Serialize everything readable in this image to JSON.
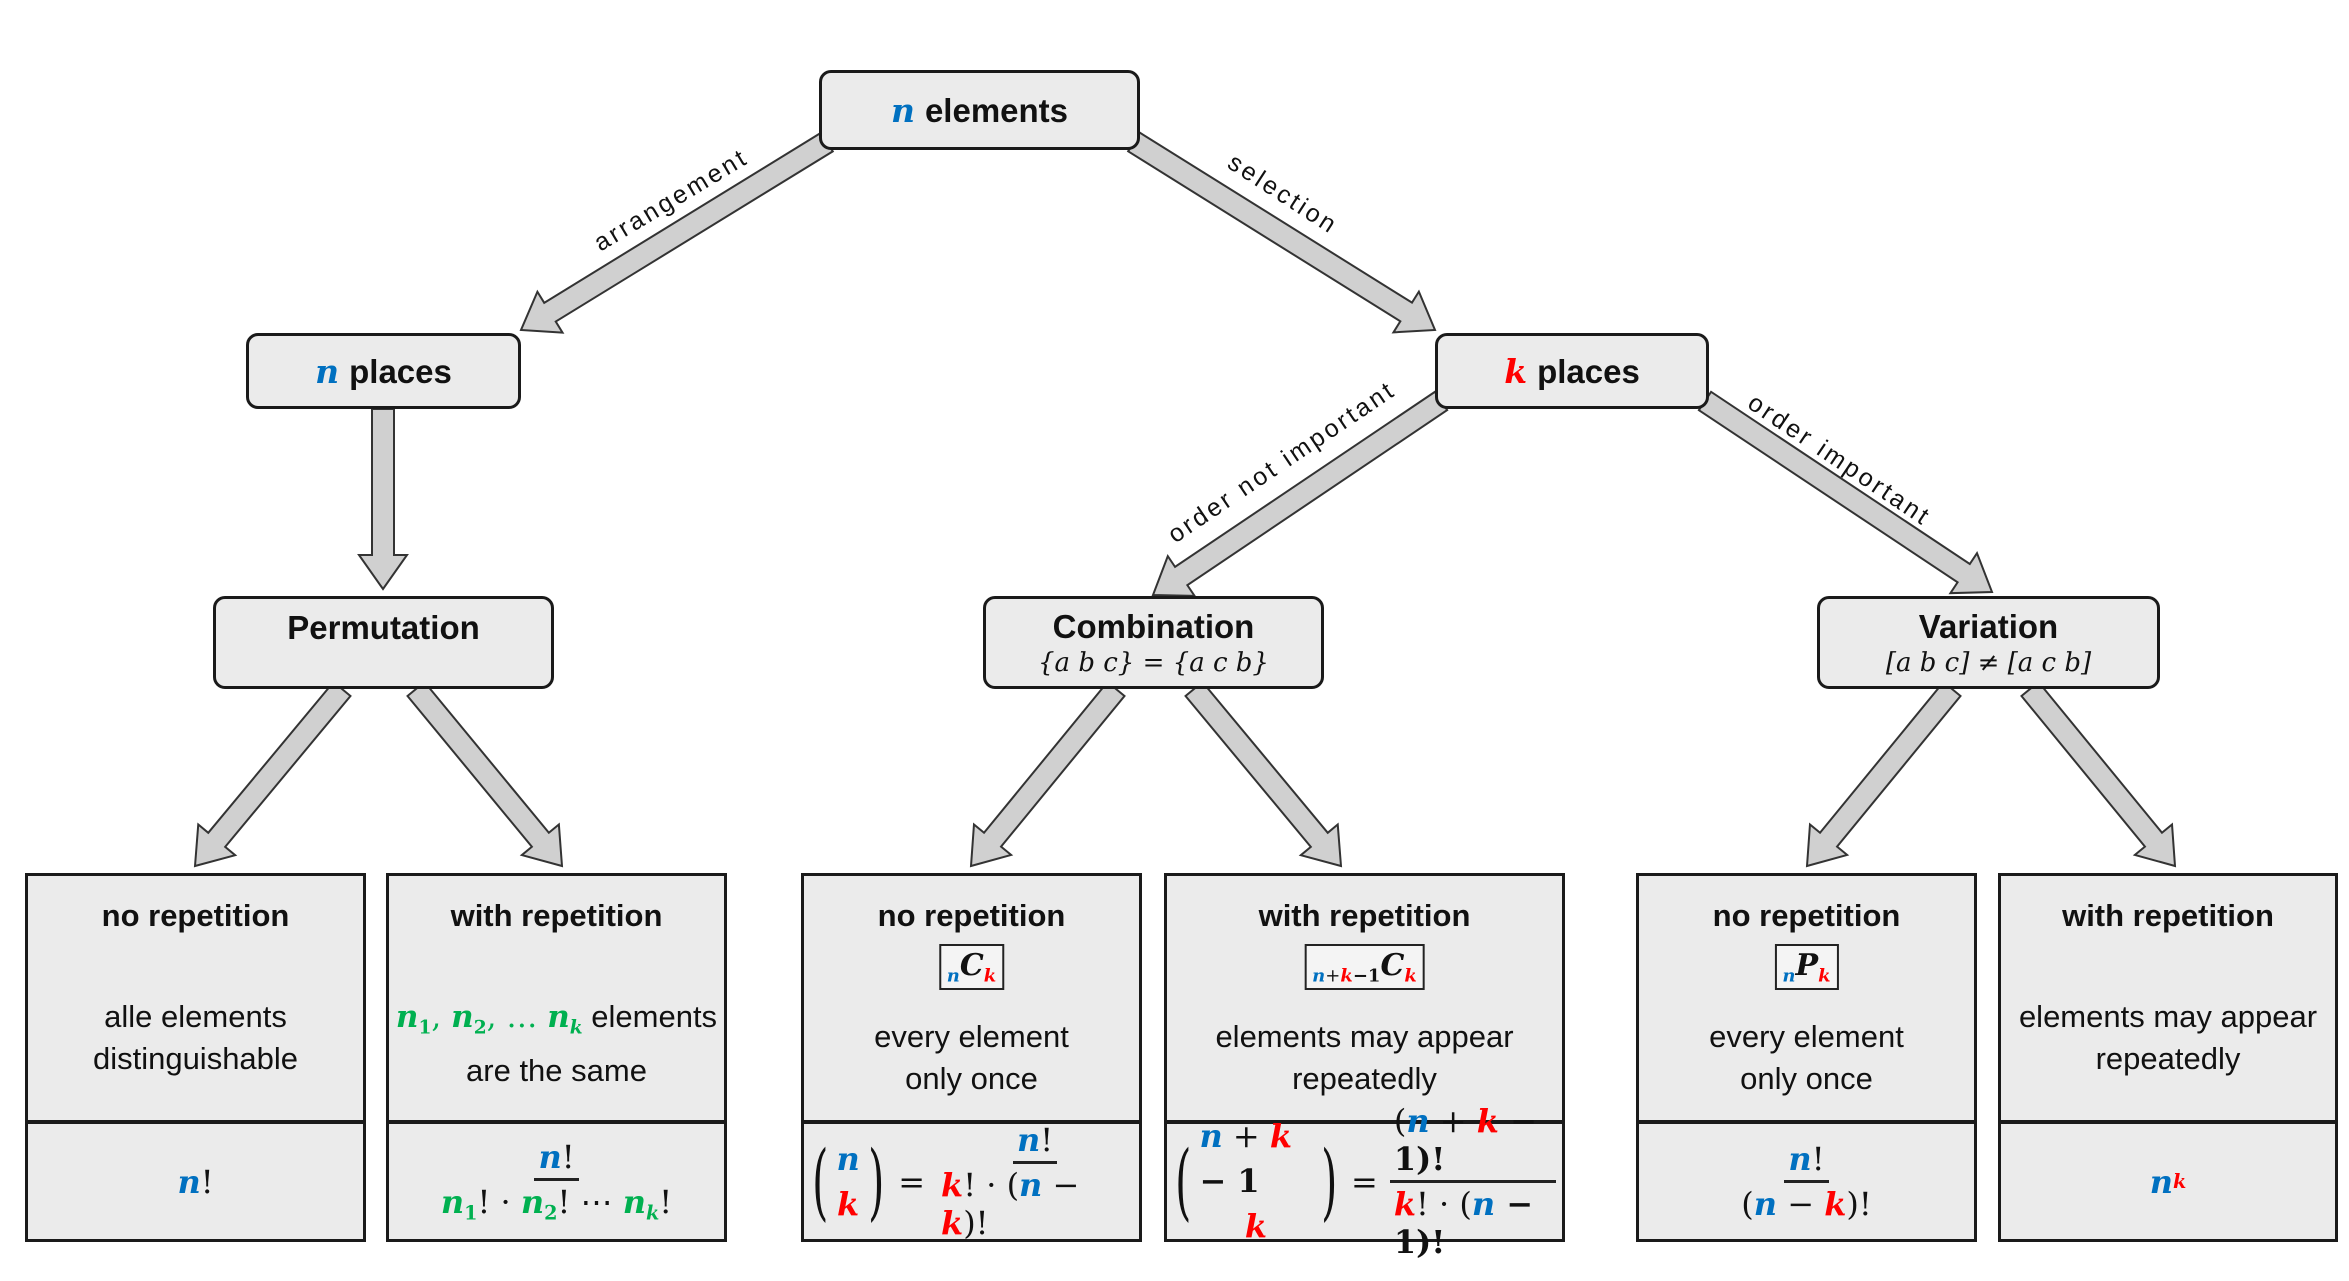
{
  "colors": {
    "b": "#0070C0",
    "r": "#FF0000",
    "g": "#00B050",
    "k": "#111111",
    "node_fill": "#EBEBEB",
    "arrow_fill": "#D0D0D0"
  },
  "root": {
    "var": "n",
    "text": "elements"
  },
  "n_places": {
    "var": "n",
    "text": "places"
  },
  "k_places": {
    "var": "k",
    "text": "places"
  },
  "permutation": {
    "title": "Permutation"
  },
  "combination": {
    "title": "Combination",
    "subtitle": "{a b c} = {a c b}"
  },
  "variation": {
    "title": "Variation",
    "subtitle": "[a b c] ≠ [a c b]"
  },
  "edges": {
    "arrangement": "arrangement",
    "selection": "selection",
    "order_not_important": "order not important",
    "order_important": "order important"
  },
  "cards": [
    {
      "title": "no repetition",
      "notation": [],
      "desc_math": [],
      "desc": [
        "alle elements",
        "distinguishable"
      ],
      "formula": [
        {
          "t": "n",
          "c": "b"
        },
        {
          "t": "!"
        }
      ]
    },
    {
      "title": "with repetition",
      "notation": [],
      "desc_math": [
        {
          "t": "n",
          "c": "g"
        },
        {
          "t": "1",
          "c": "g",
          "s": "sub"
        },
        {
          "t": ", ",
          "c": "g"
        },
        {
          "t": "n",
          "c": "g"
        },
        {
          "t": "2",
          "c": "g",
          "s": "sub"
        },
        {
          "t": ", … ",
          "c": "g"
        },
        {
          "t": "n",
          "c": "g"
        },
        {
          "t": "k",
          "c": "g",
          "s": "sub"
        }
      ],
      "desc": [
        "elements",
        "are the same"
      ],
      "formula": [
        {
          "frac": {
            "num": [
              {
                "t": "n",
                "c": "b"
              },
              {
                "t": "!"
              }
            ],
            "den": [
              {
                "t": "n",
                "c": "g"
              },
              {
                "t": "1",
                "c": "g",
                "s": "sub"
              },
              {
                "t": "! · "
              },
              {
                "t": "n",
                "c": "g"
              },
              {
                "t": "2",
                "c": "g",
                "s": "sub"
              },
              {
                "t": "! ⋯ "
              },
              {
                "t": "n",
                "c": "g"
              },
              {
                "t": "k",
                "c": "g",
                "s": "sub"
              },
              {
                "t": "!"
              }
            ]
          }
        }
      ]
    },
    {
      "title": "no repetition",
      "notation": [
        {
          "t": "n",
          "c": "b",
          "s": "sub"
        },
        {
          "t": "C"
        },
        {
          "t": "k",
          "c": "r",
          "s": "sub"
        }
      ],
      "desc_math": [],
      "desc": [
        "every element",
        "only once"
      ],
      "formula": [
        {
          "binom": {
            "top": [
              {
                "t": "n",
                "c": "b"
              }
            ],
            "bot": [
              {
                "t": "k",
                "c": "r"
              }
            ]
          }
        },
        {
          "t": "="
        },
        {
          "frac": {
            "num": [
              {
                "t": "n",
                "c": "b"
              },
              {
                "t": "!"
              }
            ],
            "den": [
              {
                "t": "k",
                "c": "r"
              },
              {
                "t": "! · ("
              },
              {
                "t": "n",
                "c": "b"
              },
              {
                "t": " − "
              },
              {
                "t": "k",
                "c": "r"
              },
              {
                "t": ")!"
              }
            ]
          }
        }
      ]
    },
    {
      "title": "with repetition",
      "notation": [
        {
          "t": "n",
          "c": "b",
          "s": "sub"
        },
        {
          "t": "+",
          "s": "sub"
        },
        {
          "t": "k",
          "c": "r",
          "s": "sub"
        },
        {
          "t": "−1",
          "s": "sub"
        },
        {
          "t": "C"
        },
        {
          "t": "k",
          "c": "r",
          "s": "sub"
        }
      ],
      "desc_math": [],
      "desc": [
        "elements may appear",
        "repeatedly"
      ],
      "formula": [
        {
          "binom": {
            "top": [
              {
                "t": "n",
                "c": "b"
              },
              {
                "t": " + "
              },
              {
                "t": "k",
                "c": "r"
              },
              {
                "t": " − 1"
              }
            ],
            "bot": [
              {
                "t": "k",
                "c": "r"
              }
            ]
          }
        },
        {
          "t": "="
        },
        {
          "frac": {
            "num": [
              {
                "t": "("
              },
              {
                "t": "n",
                "c": "b"
              },
              {
                "t": " + "
              },
              {
                "t": "k",
                "c": "r"
              },
              {
                "t": " − 1)!"
              }
            ],
            "den": [
              {
                "t": "k",
                "c": "r"
              },
              {
                "t": "! · ("
              },
              {
                "t": "n",
                "c": "b"
              },
              {
                "t": " − 1)!"
              }
            ]
          }
        }
      ]
    },
    {
      "title": "no repetition",
      "notation": [
        {
          "t": "n",
          "c": "b",
          "s": "sub"
        },
        {
          "t": "P"
        },
        {
          "t": "k",
          "c": "r",
          "s": "sub"
        }
      ],
      "desc_math": [],
      "desc": [
        "every element",
        "only once"
      ],
      "formula": [
        {
          "frac": {
            "num": [
              {
                "t": "n",
                "c": "b"
              },
              {
                "t": "!"
              }
            ],
            "den": [
              {
                "t": "("
              },
              {
                "t": "n",
                "c": "b"
              },
              {
                "t": " − "
              },
              {
                "t": "k",
                "c": "r"
              },
              {
                "t": ")!"
              }
            ]
          }
        }
      ]
    },
    {
      "title": "with repetition",
      "notation": [],
      "desc_math": [],
      "desc": [
        "elements may appear",
        "repeatedly"
      ],
      "formula": [
        {
          "t": "n",
          "c": "b"
        },
        {
          "t": "k",
          "c": "r",
          "s": "sup"
        }
      ]
    }
  ]
}
